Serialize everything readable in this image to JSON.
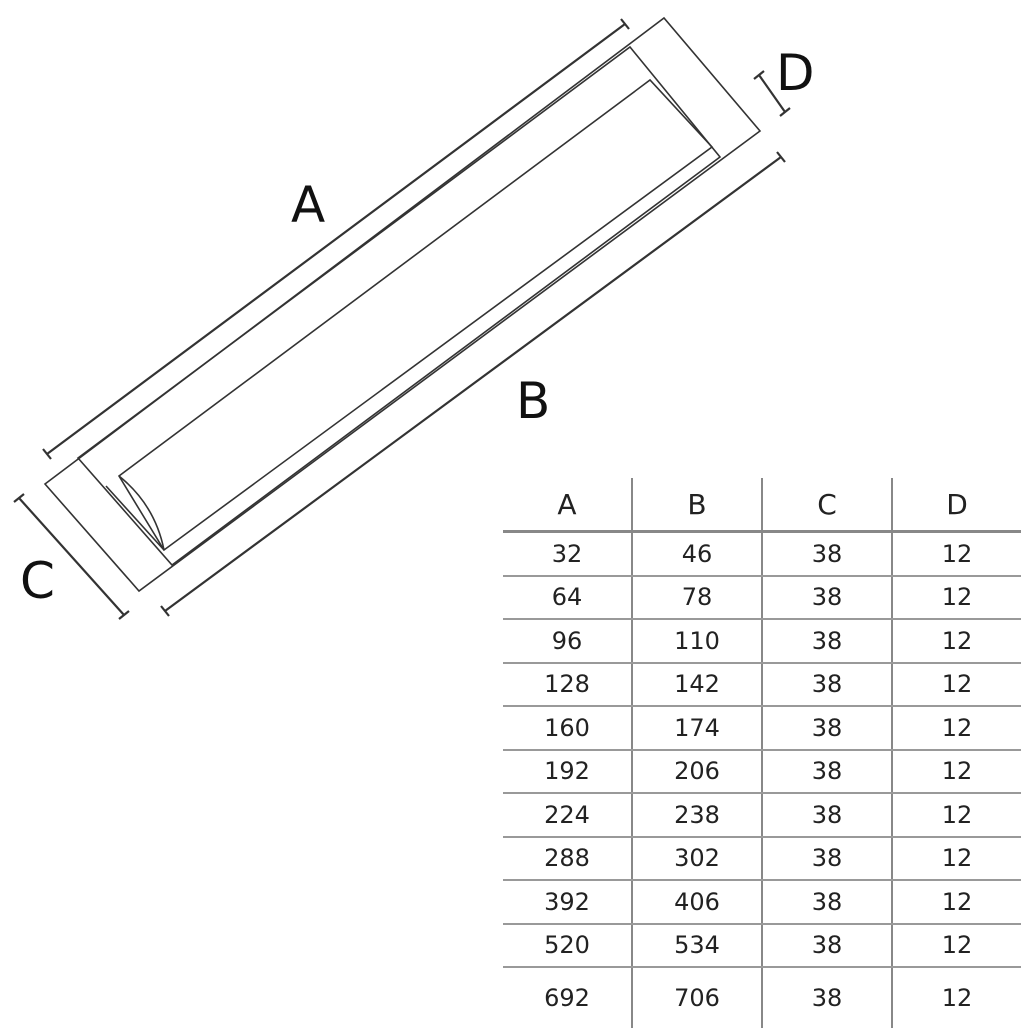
{
  "labels": {
    "a": "A",
    "b": "B",
    "c": "C",
    "d": "D"
  },
  "table": {
    "headers": [
      "A",
      "B",
      "C",
      "D"
    ],
    "rows": [
      [
        "32",
        "46",
        "38",
        "12"
      ],
      [
        "64",
        "78",
        "38",
        "12"
      ],
      [
        "96",
        "110",
        "38",
        "12"
      ],
      [
        "128",
        "142",
        "38",
        "12"
      ],
      [
        "160",
        "174",
        "38",
        "12"
      ],
      [
        "192",
        "206",
        "38",
        "12"
      ],
      [
        "224",
        "238",
        "38",
        "12"
      ],
      [
        "288",
        "302",
        "38",
        "12"
      ],
      [
        "392",
        "406",
        "38",
        "12"
      ],
      [
        "520",
        "534",
        "38",
        "12"
      ],
      [
        "692",
        "706",
        "38",
        "12"
      ]
    ]
  }
}
